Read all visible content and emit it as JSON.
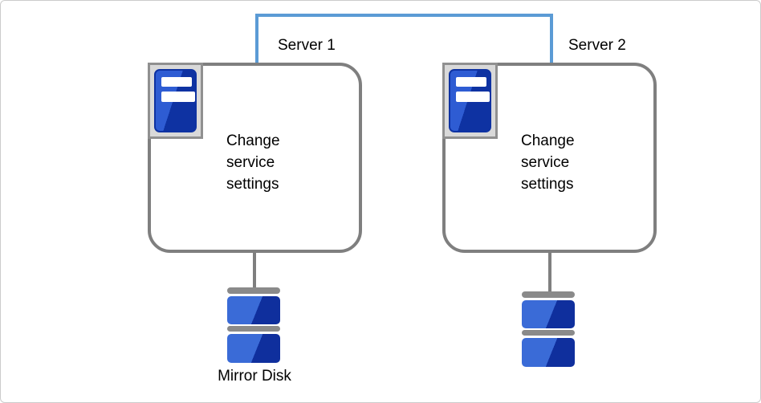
{
  "colors": {
    "connector-blue": "#5B9BD5",
    "shape-gray": "#7F7F7F",
    "icon-frame-gray": "#909090",
    "icon-frame-fill": "#D9D9D9",
    "icon-blue-light": "#2E5CD3",
    "icon-blue-dark": "#0E32A2",
    "disk-blue-light": "#3A6BD7",
    "disk-blue-dark": "#0F2F9D",
    "disk-cap-gray": "#8A8A8A",
    "text-color": "#000000",
    "canvas-border": "#CCCCCC"
  },
  "diagram": {
    "servers": [
      {
        "label": "Server 1",
        "body": "Change service settings",
        "icon": "server-icon"
      },
      {
        "label": "Server 2",
        "body": "Change service settings",
        "icon": "server-icon"
      }
    ],
    "disk_label": "Mirror Disk",
    "disk_icon": "mirror-disk-icon"
  }
}
